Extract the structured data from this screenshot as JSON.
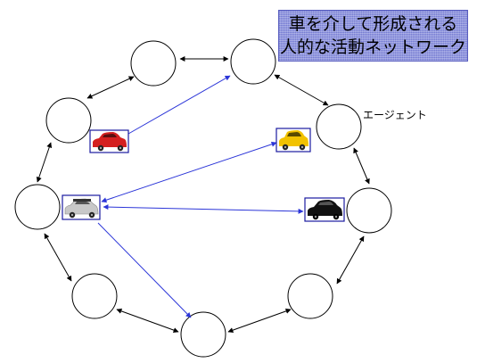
{
  "title": {
    "line1": "車を介して形成される",
    "line2": "人的な活動ネットワーク"
  },
  "agent_label": "エージェント",
  "colors": {
    "link_black": "#000000",
    "link_blue": "#2b35d8",
    "title_bg": "#8e95e0",
    "car_red": "#d42020",
    "car_yellow": "#f2c200",
    "car_silver": "#c8c8c8",
    "car_black": "#111111",
    "car_frame": "#1a1aa0"
  },
  "agents": [
    {
      "id": "a1"
    },
    {
      "id": "a2"
    },
    {
      "id": "a3"
    },
    {
      "id": "a4"
    },
    {
      "id": "a5"
    },
    {
      "id": "a6"
    },
    {
      "id": "a7"
    },
    {
      "id": "a8"
    },
    {
      "id": "a9"
    },
    {
      "id": "a10"
    }
  ],
  "cars": [
    {
      "color": "red"
    },
    {
      "color": "yellow"
    },
    {
      "color": "silver"
    },
    {
      "color": "black"
    }
  ]
}
